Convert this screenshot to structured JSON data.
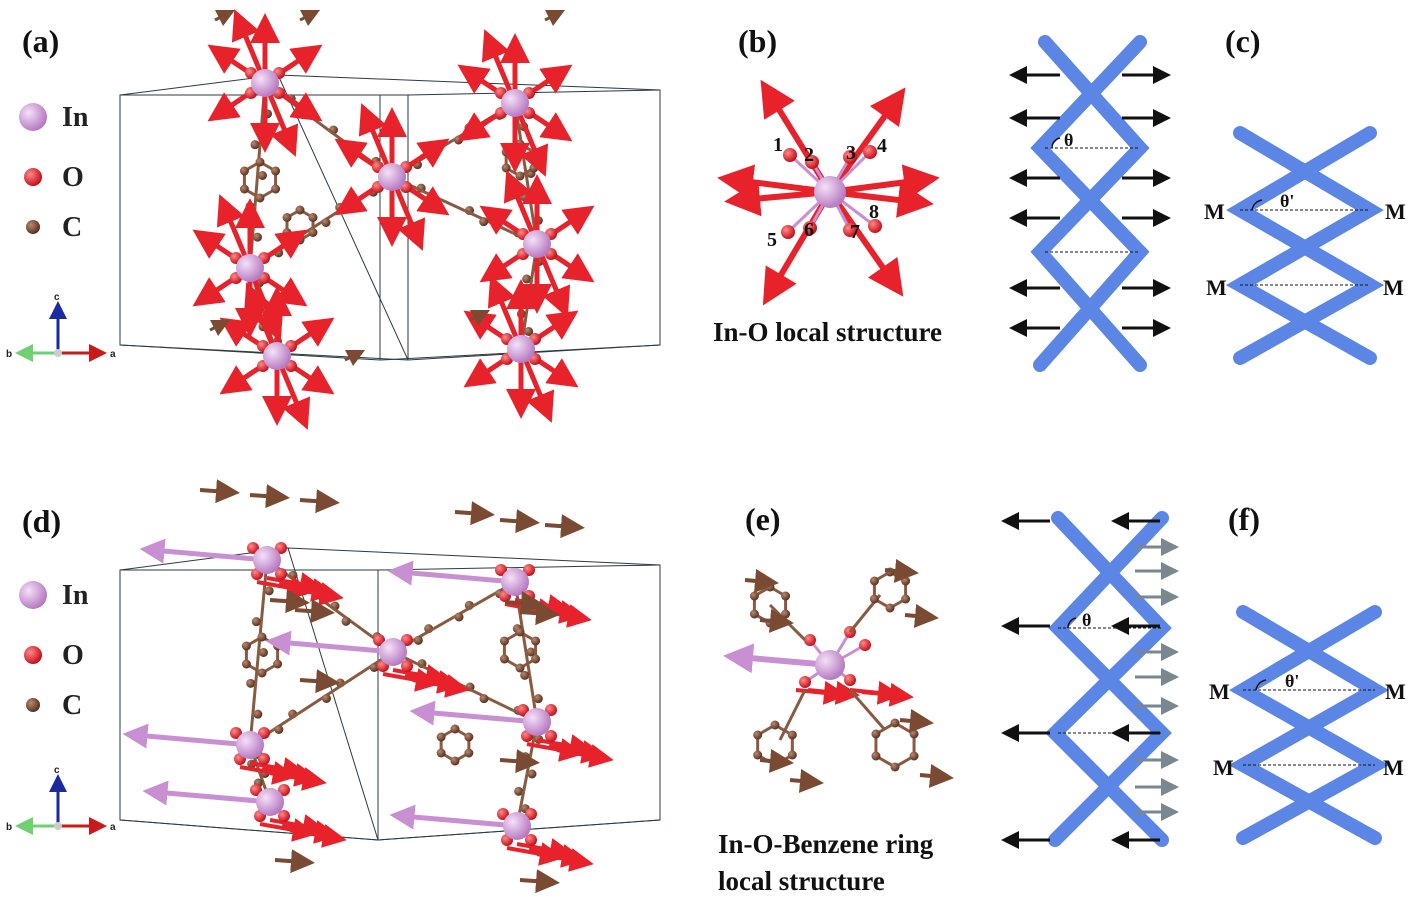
{
  "panels": {
    "a": "(a)",
    "b": "(b)",
    "c": "(c)",
    "d": "(d)",
    "e": "(e)",
    "f": "(f)"
  },
  "legend": [
    {
      "label": "In",
      "color": "#c98fd3"
    },
    {
      "label": "O",
      "color": "#e8222b"
    },
    {
      "label": "C",
      "color": "#7a4a32"
    }
  ],
  "axes": {
    "c": "c",
    "b": "b",
    "a": "a"
  },
  "captions": {
    "b": "In-O local structure",
    "e_line1": "In-O-Benzene ring",
    "e_line2": "local structure"
  },
  "oxygen_numbers": [
    "1",
    "2",
    "3",
    "4",
    "5",
    "6",
    "7",
    "8"
  ],
  "theta": "θ",
  "theta_prime": "θ'",
  "metal": "M",
  "colors": {
    "indium": "#c98fd3",
    "oxygen": "#e8222b",
    "carbon": "#8a5a40",
    "framework": "#5b86e5",
    "arrow_black": "#111111",
    "arrow_gray": "#7a8790",
    "cell_edge": "#2b3a44"
  }
}
